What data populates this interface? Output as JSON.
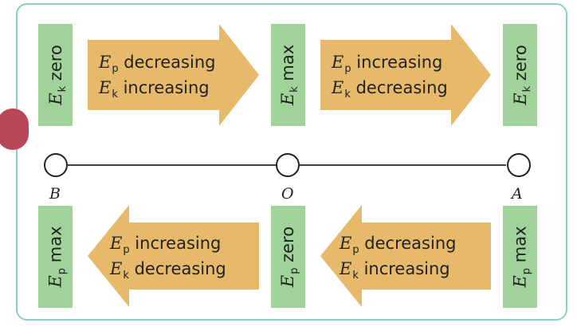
{
  "colors": {
    "box": "#9fd39a",
    "arrow": "#e6b96b",
    "frame": "#8ccfc6",
    "badge": "#b8475a"
  },
  "symbols": {
    "E": "E",
    "k": "k",
    "p": "p"
  },
  "top_boxes": [
    {
      "sub": "k",
      "text": "zero"
    },
    {
      "sub": "k",
      "text": "max"
    },
    {
      "sub": "k",
      "text": "zero"
    }
  ],
  "top_arrows": [
    {
      "line1": {
        "sub": "p",
        "text": "decreasing"
      },
      "line2": {
        "sub": "k",
        "text": "increasing"
      }
    },
    {
      "line1": {
        "sub": "p",
        "text": "increasing"
      },
      "line2": {
        "sub": "k",
        "text": "decreasing"
      }
    }
  ],
  "points": [
    "B",
    "O",
    "A"
  ],
  "bottom_boxes": [
    {
      "sub": "p",
      "text": "max"
    },
    {
      "sub": "p",
      "text": "zero"
    },
    {
      "sub": "p",
      "text": "max"
    }
  ],
  "bottom_arrows": [
    {
      "line1": {
        "sub": "p",
        "text": "increasing"
      },
      "line2": {
        "sub": "k",
        "text": "decreasing"
      }
    },
    {
      "line1": {
        "sub": "p",
        "text": "decreasing"
      },
      "line2": {
        "sub": "k",
        "text": "increasing"
      }
    }
  ]
}
